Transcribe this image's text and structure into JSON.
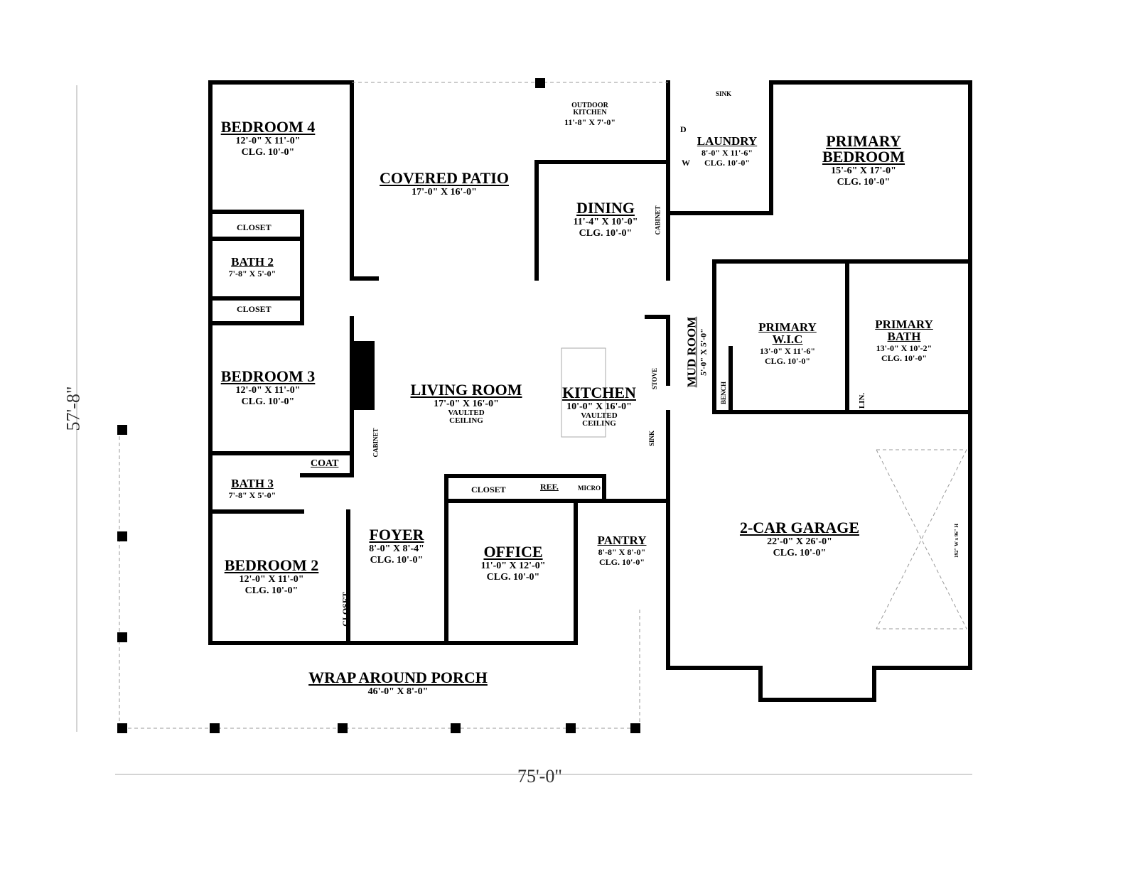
{
  "dimensions": {
    "width": "75'-0\"",
    "depth": "57'-8\""
  },
  "rooms": [
    {
      "name": "BEDROOM 4",
      "size": "12'-0\" X 11'-0\"",
      "clg": "CLG. 10'-0\""
    },
    {
      "name": "COVERED PATIO",
      "size": "17'-0\" X 16'-0\""
    },
    {
      "name": "OUTDOOR KITCHEN",
      "size": "11'-8\" X 7'-0\""
    },
    {
      "name": "DINING",
      "size": "11'-4\" X 10'-0\"",
      "clg": "CLG. 10'-0\""
    },
    {
      "name": "LAUNDRY",
      "size": "8'-0\" X 11'-6\"",
      "clg": "CLG. 10'-0\""
    },
    {
      "name": "PRIMARY BEDROOM",
      "size": "15'-6\" X 17'-0\"",
      "clg": "CLG. 10'-0\""
    },
    {
      "name": "BATH 2",
      "size": "7'-8\" X 5'-0\""
    },
    {
      "name": "BEDROOM 3",
      "size": "12'-0\" X 11'-0\"",
      "clg": "CLG. 10'-0\""
    },
    {
      "name": "LIVING ROOM",
      "size": "17'-0\" X 16'-0\"",
      "clg": "VAULTED CEILING"
    },
    {
      "name": "KITCHEN",
      "size": "10'-0\" X 16'-0\"",
      "clg": "VAULTED CEILING"
    },
    {
      "name": "MUD ROOM",
      "size": "5'-0\" X 5'-0\""
    },
    {
      "name": "PRIMARY W.I.C",
      "size": "13'-0\" X 11'-6\"",
      "clg": "CLG. 10'-0\""
    },
    {
      "name": "PRIMARY BATH",
      "size": "13'-0\" X 10'-2\"",
      "clg": "CLG. 10'-0\""
    },
    {
      "name": "BATH 3",
      "size": "7'-8\" X 5'-0\""
    },
    {
      "name": "FOYER",
      "size": "8'-0\" X 8'-4\"",
      "clg": "CLG. 10'-0\""
    },
    {
      "name": "OFFICE",
      "size": "11'-0\" X 12'-0\"",
      "clg": "CLG. 10'-0\""
    },
    {
      "name": "PANTRY",
      "size": "8'-8\" X 8'-0\"",
      "clg": "CLG. 10'-0\""
    },
    {
      "name": "2-CAR GARAGE",
      "size": "22'-0\" X 26'-0\"",
      "clg": "CLG. 10'-0\""
    },
    {
      "name": "BEDROOM 2",
      "size": "12'-0\" X 11'-0\"",
      "clg": "CLG. 10'-0\""
    },
    {
      "name": "WRAP AROUND PORCH",
      "size": "46'-0\" X 8'-0\""
    }
  ],
  "fixtures": {
    "closet": "CLOSET",
    "coat": "COAT",
    "cabinet": "CABINET",
    "fireplace": "FIREPLACE",
    "sink": "SINK",
    "stove": "STOVE",
    "ref": "REF.",
    "micro": "MICRO",
    "bench": "BENCH",
    "lin": "LIN.",
    "dryer": "D",
    "washer": "W",
    "garage_door": "192\" W x 96\" H"
  }
}
